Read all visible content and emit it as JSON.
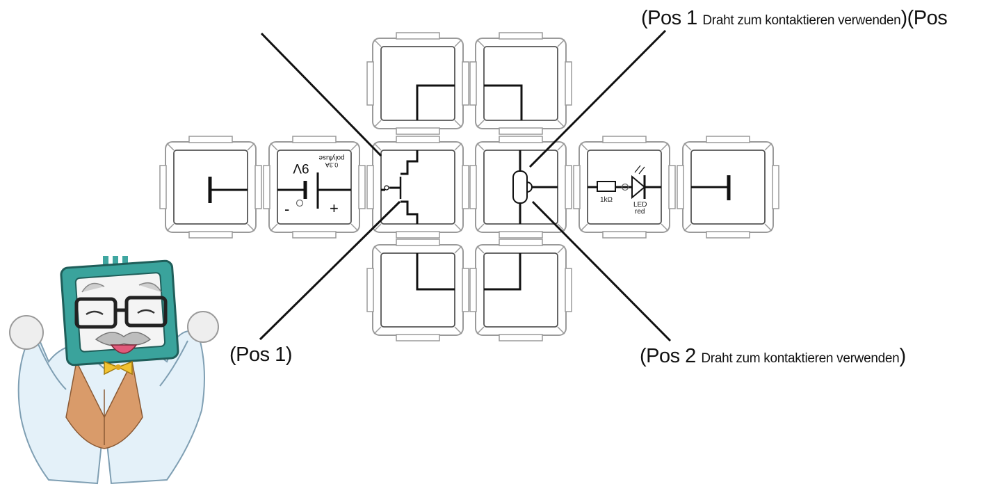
{
  "labels": {
    "top_open": "(Pos 1 ",
    "top_small": "Draht zum kontaktieren verwenden",
    "top_close": ")(Pos",
    "pos1": "(Pos 1)",
    "pos2_open": "(Pos 2 ",
    "pos2_small": "Draht zum kontaktieren verwenden",
    "pos2_close": ")"
  },
  "battery": {
    "voltage": "9V",
    "fuse_line1": "polyfuse",
    "fuse_line2": "0.3A",
    "minus": "-",
    "plus": "+"
  },
  "led": {
    "resistor": "1kΩ",
    "led_line1": "LED",
    "led_line2": "red"
  },
  "mascot": {
    "description_icon": "scientist-mascot-icon"
  }
}
